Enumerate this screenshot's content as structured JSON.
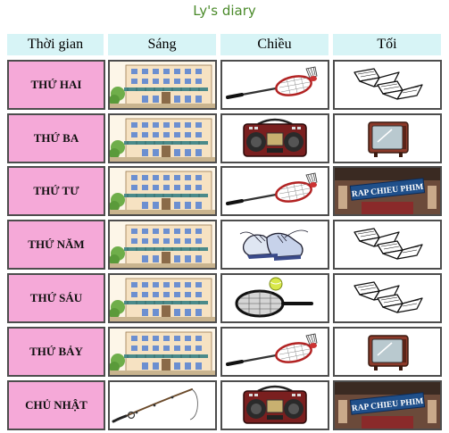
{
  "title": "Ly's diary",
  "columns": [
    "Thời gian",
    "Sáng",
    "Chiều",
    "Tối"
  ],
  "rows": [
    {
      "day": "THỨ HAI",
      "morning": "school-building-icon",
      "afternoon": "badminton-icon",
      "evening": "book-icon"
    },
    {
      "day": "THỨ BA",
      "morning": "school-building-icon",
      "afternoon": "radio-cassette-icon",
      "evening": "television-icon"
    },
    {
      "day": "THỨ TƯ",
      "morning": "school-building-icon",
      "afternoon": "badminton-icon",
      "evening": "cinema-icon"
    },
    {
      "day": "THỨ NĂM",
      "morning": "school-building-icon",
      "afternoon": "sneakers-icon",
      "evening": "book-icon"
    },
    {
      "day": "THỨ SÁU",
      "morning": "school-building-icon",
      "afternoon": "tennis-icon",
      "evening": "book-icon"
    },
    {
      "day": "THỨ BẢY",
      "morning": "school-building-icon",
      "afternoon": "badminton-icon",
      "evening": "television-icon"
    },
    {
      "day": "CHỦ NHẬT",
      "morning": "fishing-rod-icon",
      "afternoon": "radio-cassette-icon",
      "evening": "cinema-icon"
    }
  ],
  "cinema_sign": "RAP CHIEU PHIM",
  "colors": {
    "header": "#d7f4f6",
    "day_cell": "#f5a9d8",
    "title": "#4a8a2a"
  }
}
